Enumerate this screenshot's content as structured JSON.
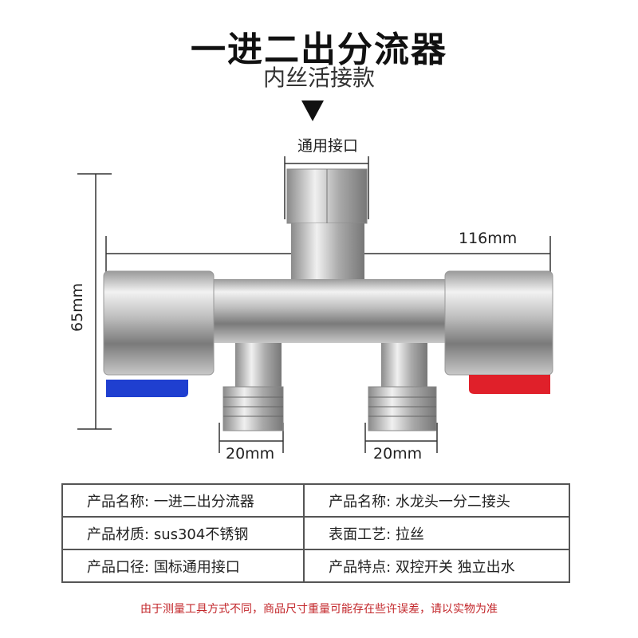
{
  "title": "一进二出分流器",
  "subtitle": "内丝活接款",
  "dimensions": {
    "inlet_label": "通用接口",
    "length": "116mm",
    "height": "65mm",
    "outlet_left": "20mm",
    "outlet_right": "20mm"
  },
  "specs": [
    [
      {
        "label": "产品名称:",
        "value": "一进二出分流器"
      },
      {
        "label": "产品名称:",
        "value": "水龙头一分二接头"
      }
    ],
    [
      {
        "label": "产品材质:",
        "value": "sus304不锈钢"
      },
      {
        "label": "表面工艺:",
        "value": "拉丝"
      }
    ],
    [
      {
        "label": "产品口径:",
        "value": "国标通用接口"
      },
      {
        "label": "产品特点:",
        "value": "双控开关 独立出水"
      }
    ]
  ],
  "note": "由于测量工具方式不同，商品尺寸重量可能存在些许误差，请以实物为准",
  "colors": {
    "cold_handle": "#1f3fd0",
    "hot_handle": "#e0202a",
    "note": "#c3272b"
  }
}
